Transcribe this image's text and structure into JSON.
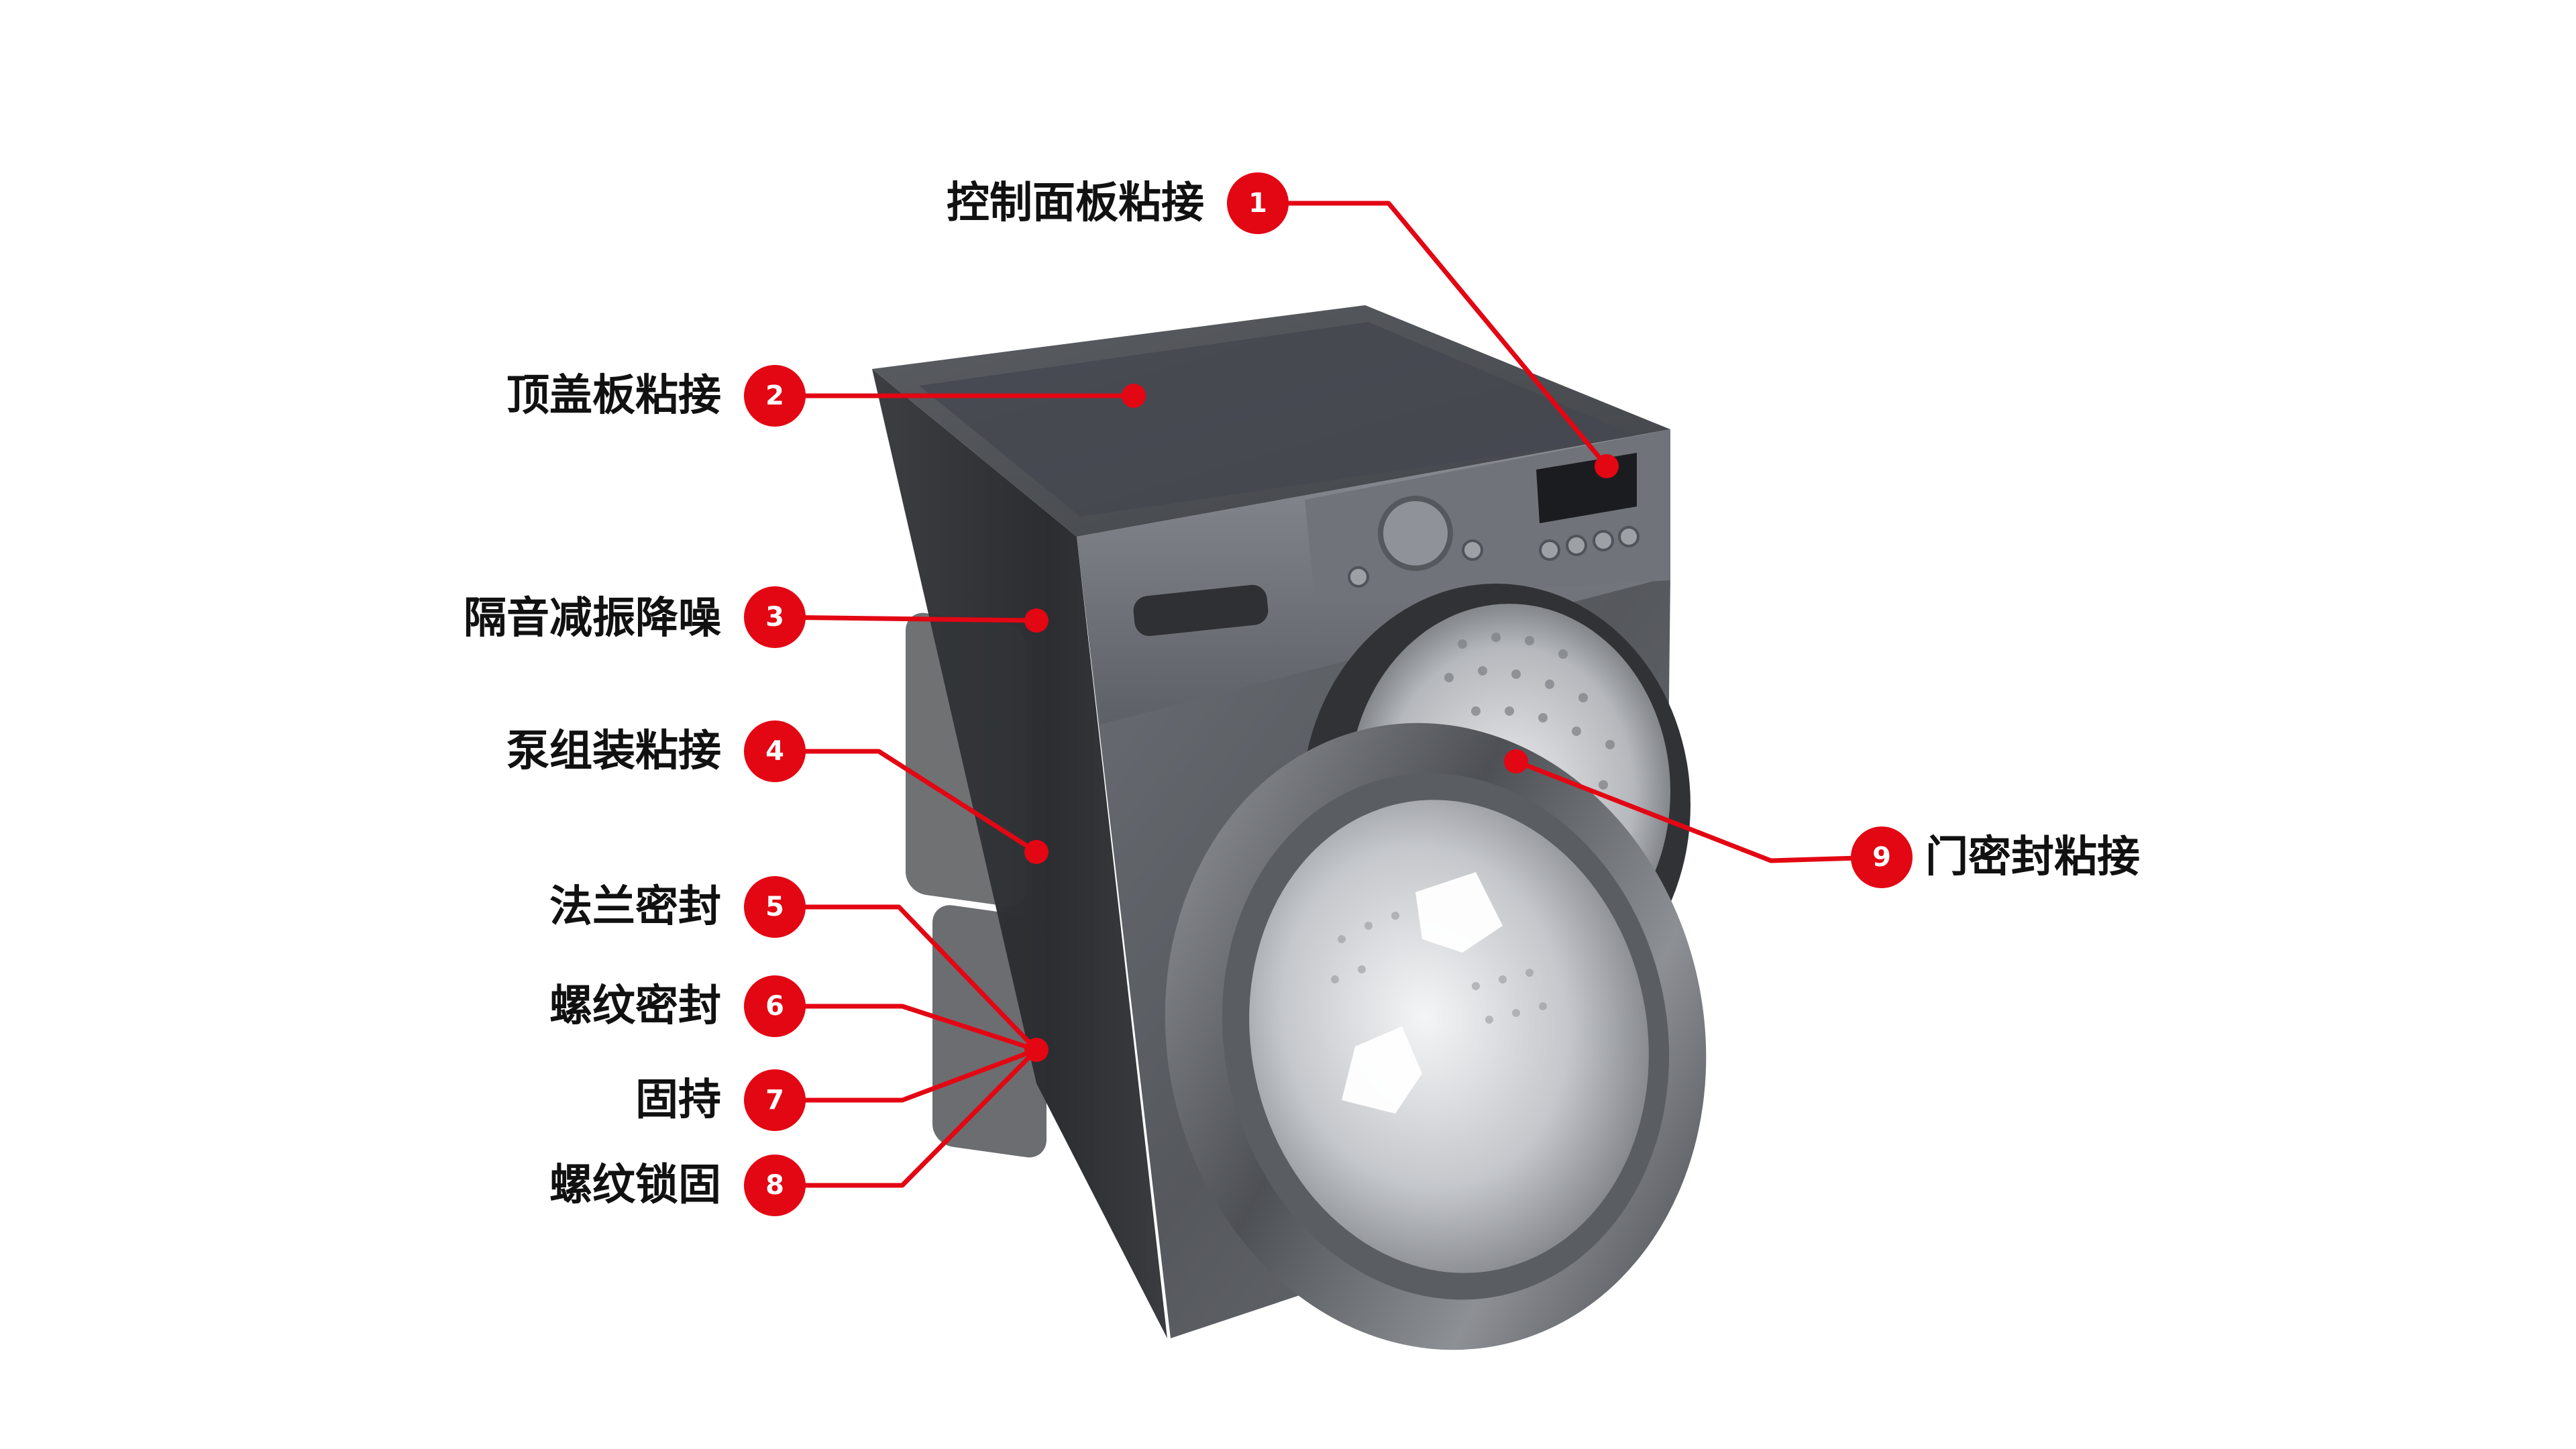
{
  "colors": {
    "accent": "#e30613",
    "text": "#111111",
    "background": "#ffffff",
    "machine_body": "#4a4d52",
    "machine_dark": "#2f3135"
  },
  "callouts": [
    {
      "number": "1",
      "label": "控制面板粘接"
    },
    {
      "number": "2",
      "label": "顶盖板粘接"
    },
    {
      "number": "3",
      "label": "隔音减振降噪"
    },
    {
      "number": "4",
      "label": "泵组装粘接"
    },
    {
      "number": "5",
      "label": "法兰密封"
    },
    {
      "number": "6",
      "label": "螺纹密封"
    },
    {
      "number": "7",
      "label": "固持"
    },
    {
      "number": "8",
      "label": "螺纹锁固"
    },
    {
      "number": "9",
      "label": "门密封粘接"
    }
  ]
}
